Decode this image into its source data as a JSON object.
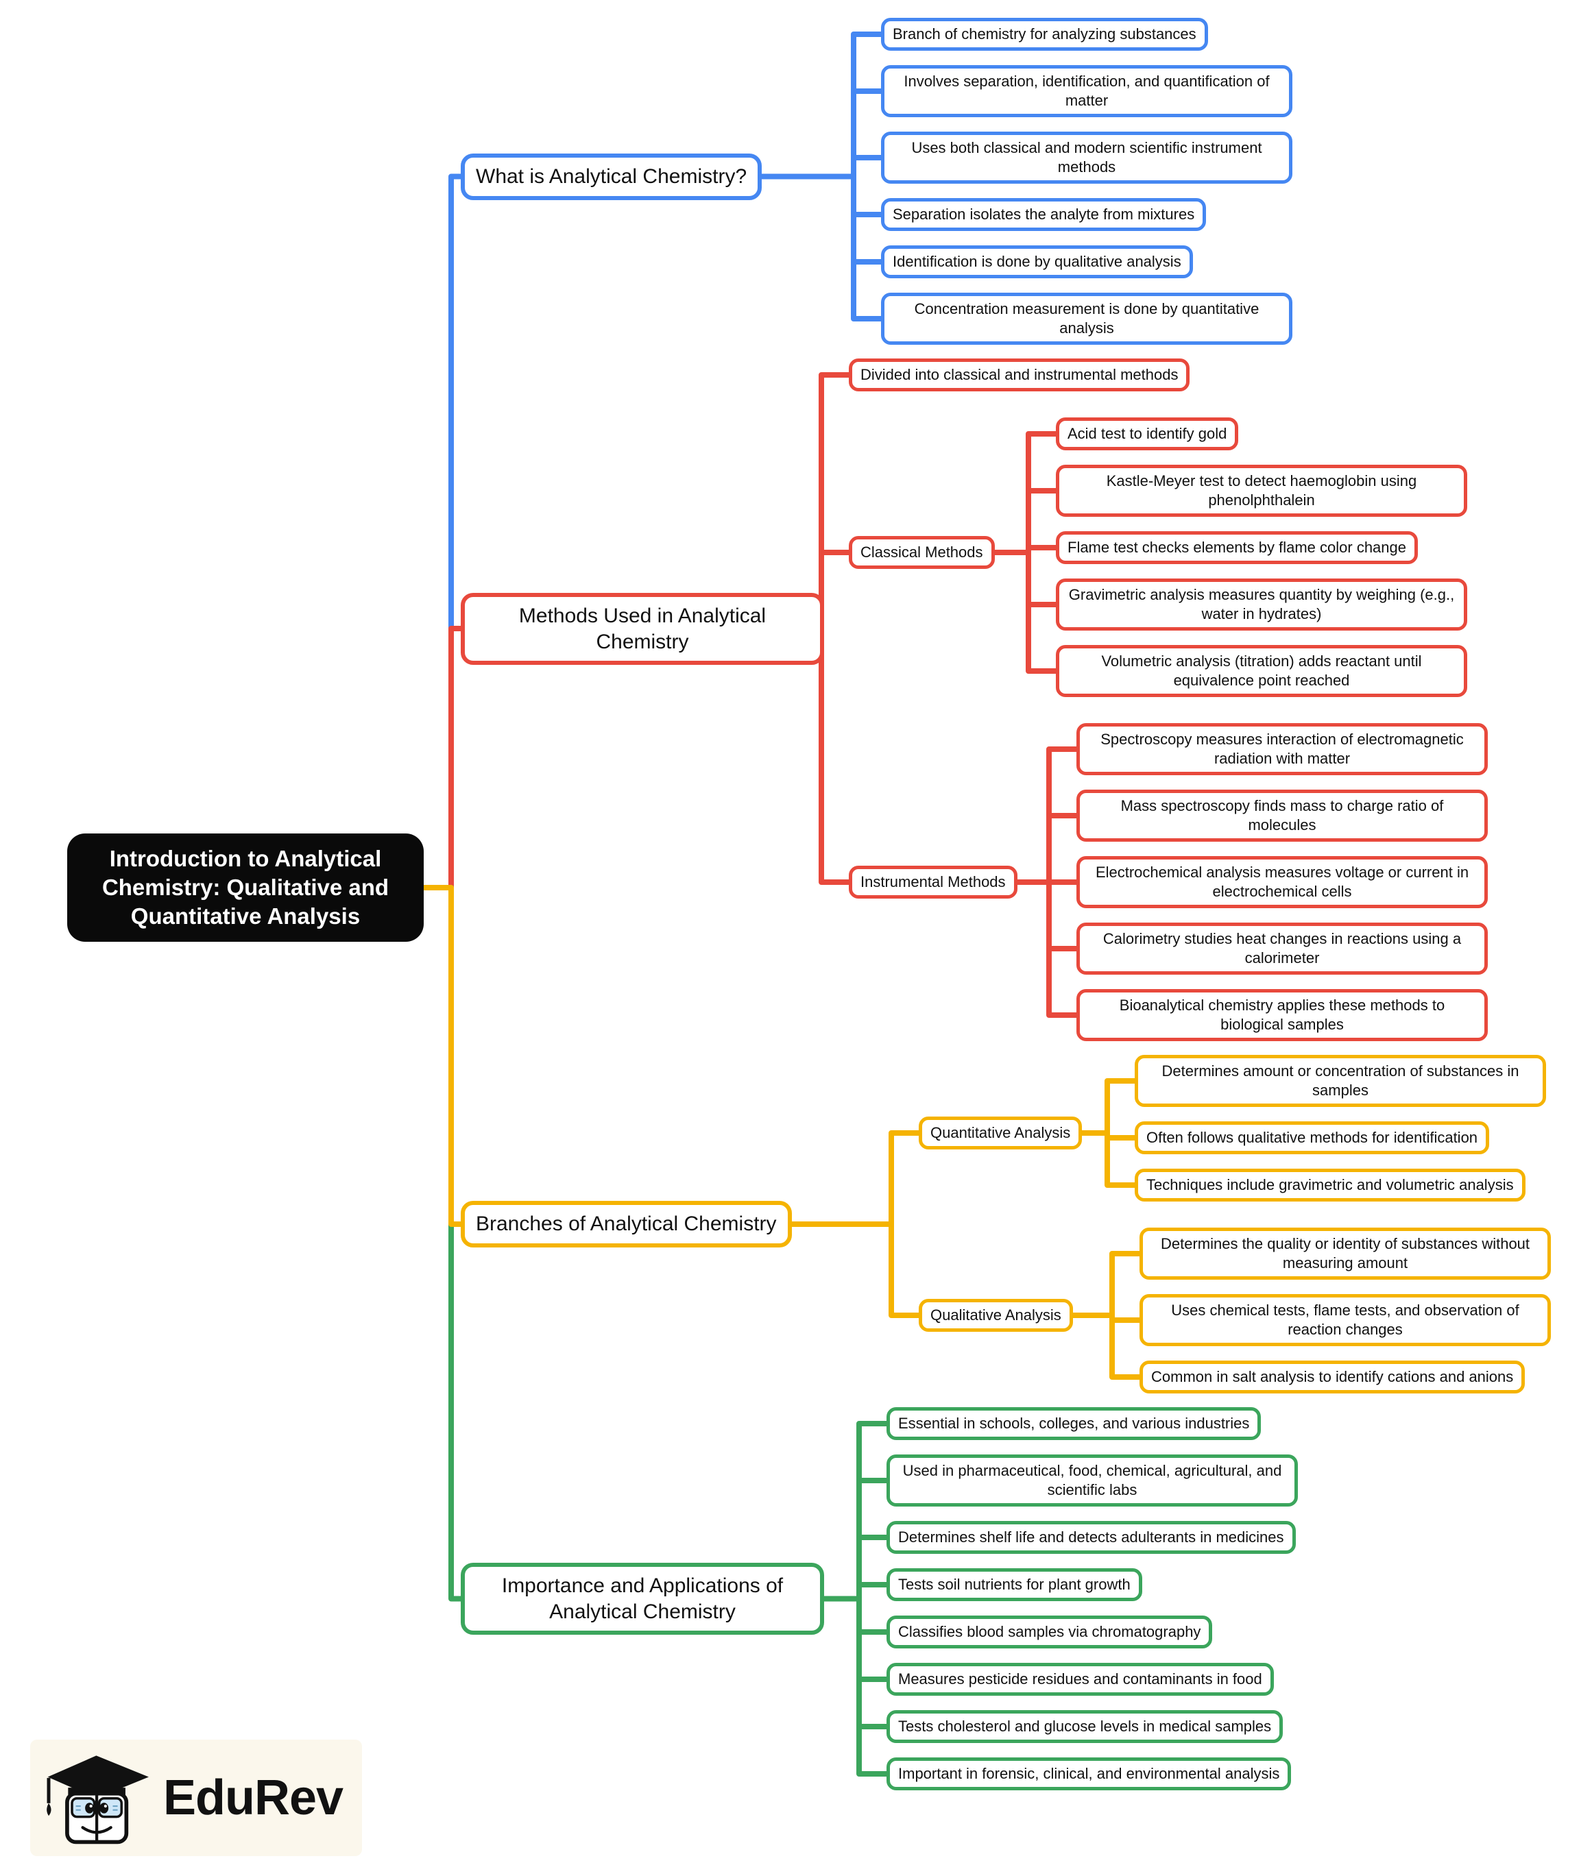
{
  "root": {
    "label": "Introduction to Analytical Chemistry: Qualitative and Quantitative Analysis",
    "bg_color": "#0a0a0a",
    "text_color": "#ffffff"
  },
  "branches": [
    {
      "label": "What is Analytical Chemistry?",
      "color": "#4587F2",
      "children": [
        {
          "label": "Branch of chemistry for analyzing substances"
        },
        {
          "label": "Involves separation, identification, and quantification of matter"
        },
        {
          "label": "Uses both classical and modern scientific instrument methods"
        },
        {
          "label": "Separation isolates the analyte from mixtures"
        },
        {
          "label": "Identification is done by qualitative analysis"
        },
        {
          "label": "Concentration measurement is done by quantitative analysis"
        }
      ]
    },
    {
      "label": "Methods Used in Analytical Chemistry",
      "color": "#E8493C",
      "children": [
        {
          "label": "Divided into classical and instrumental methods"
        },
        {
          "label": "Classical Methods",
          "children": [
            {
              "label": "Acid test to identify gold"
            },
            {
              "label": "Kastle-Meyer test to detect haemoglobin using phenolphthalein"
            },
            {
              "label": "Flame test checks elements by flame color change"
            },
            {
              "label": "Gravimetric analysis measures quantity by weighing (e.g., water in hydrates)"
            },
            {
              "label": "Volumetric analysis (titration) adds reactant until equivalence point reached"
            }
          ]
        },
        {
          "label": "Instrumental Methods",
          "children": [
            {
              "label": "Spectroscopy measures interaction of electromagnetic radiation with matter"
            },
            {
              "label": "Mass spectroscopy finds mass to charge ratio of molecules"
            },
            {
              "label": "Electrochemical analysis measures voltage or current in electrochemical cells"
            },
            {
              "label": "Calorimetry studies heat changes in reactions using a calorimeter"
            },
            {
              "label": "Bioanalytical chemistry applies these methods to biological samples"
            }
          ]
        }
      ]
    },
    {
      "label": "Branches of Analytical Chemistry",
      "color": "#F5B301",
      "children": [
        {
          "label": "Quantitative Analysis",
          "children": [
            {
              "label": "Determines amount or concentration of substances in samples"
            },
            {
              "label": "Often follows qualitative methods for identification"
            },
            {
              "label": "Techniques include gravimetric and volumetric analysis"
            }
          ]
        },
        {
          "label": "Qualitative Analysis",
          "children": [
            {
              "label": "Determines the quality or identity of substances without measuring amount"
            },
            {
              "label": "Uses chemical tests, flame tests, and observation of reaction changes"
            },
            {
              "label": "Common in salt analysis to identify cations and anions"
            }
          ]
        }
      ]
    },
    {
      "label": "Importance and Applications of Analytical Chemistry",
      "color": "#3BA55C",
      "children": [
        {
          "label": "Essential in schools, colleges, and various industries"
        },
        {
          "label": "Used in pharmaceutical, food, chemical, agricultural, and scientific labs"
        },
        {
          "label": "Determines shelf life and detects adulterants in medicines"
        },
        {
          "label": "Tests soil nutrients for plant growth"
        },
        {
          "label": "Classifies blood samples via chromatography"
        },
        {
          "label": "Measures pesticide residues and contaminants in food"
        },
        {
          "label": "Tests cholesterol and glucose levels in medical samples"
        },
        {
          "label": "Important in forensic, clinical, and environmental analysis"
        }
      ]
    }
  ],
  "logo": {
    "text": "EduRev"
  }
}
